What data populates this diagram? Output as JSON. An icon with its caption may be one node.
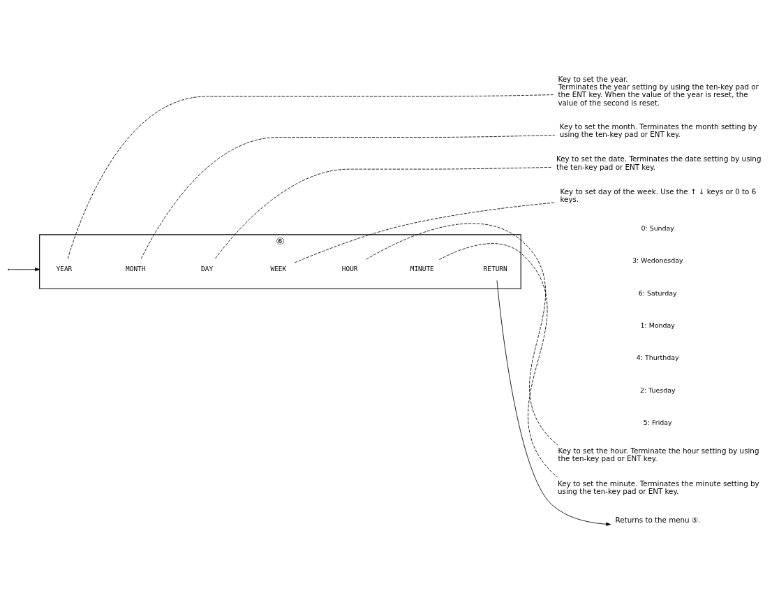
{
  "diagram": {
    "nodes": [
      {
        "text": [
          "⑥"
        ]
      },
      {
        "text": [
          "YEAR"
        ],
        "in": 0
      },
      {
        "text": [
          "MONTH"
        ],
        "in": 0
      },
      {
        "text": [
          "DAY"
        ],
        "in": 0
      },
      {
        "text": [
          "WEEK"
        ],
        "in": 0
      },
      {
        "text": [
          "HOUR"
        ],
        "in": 0
      },
      {
        "text": [
          "MINUTE"
        ],
        "in": 0
      },
      {
        "text": [
          "RETURN"
        ],
        "in": 0
      },
      {
        "text": [
          "Key to set the year.",
          "Terminates the year setting by using the ten-key pad or the ENT key. When the value of the year is reset, the value of the second is reset."
        ]
      },
      {
        "text": [
          "Key to set the month. Terminates the month setting by using the ten-key pad or ENT key."
        ]
      },
      {
        "text": [
          "Key to set the date. Terminates the date setting by using the ten-key pad or ENT key."
        ]
      },
      {
        "text": [
          "Key to set day of the week. Use the ↑ ↓ keys or 0 to 6 keys."
        ]
      },
      {
        "text": [
          "Key to set the hour. Terminate the hour setting by using the ten-key pad or ENT key."
        ]
      },
      {
        "text": [
          "Key to set the minute. Terminates the minute setting by using the ten-key pad or ENT key."
        ]
      },
      {
        "text": [
          "Returns to the menu ⑤."
        ]
      }
    ],
    "edges": [
      {
        "from": null,
        "to": 0,
        "arrow": "to"
      },
      {
        "from": 1,
        "to": 8,
        "arrow": "none",
        "style": "dashed"
      },
      {
        "from": 2,
        "to": 9,
        "arrow": "none",
        "style": "dashed"
      },
      {
        "from": 3,
        "to": 10,
        "arrow": "none",
        "style": "dashed"
      },
      {
        "from": 4,
        "to": 11,
        "arrow": "none",
        "style": "dashed"
      },
      {
        "from": 5,
        "to": 12,
        "arrow": "none",
        "style": "dashed"
      },
      {
        "from": 6,
        "to": 13,
        "arrow": "none",
        "style": "dashed"
      },
      {
        "from": 7,
        "to": 14,
        "arrow": "to"
      }
    ],
    "labels": [
      "0: Sunday",
      "3: Wedonesday",
      "6: Saturday",
      "1: Monday",
      "4: Thurthday",
      "2: Tuesday",
      "5: Friday"
    ]
  }
}
